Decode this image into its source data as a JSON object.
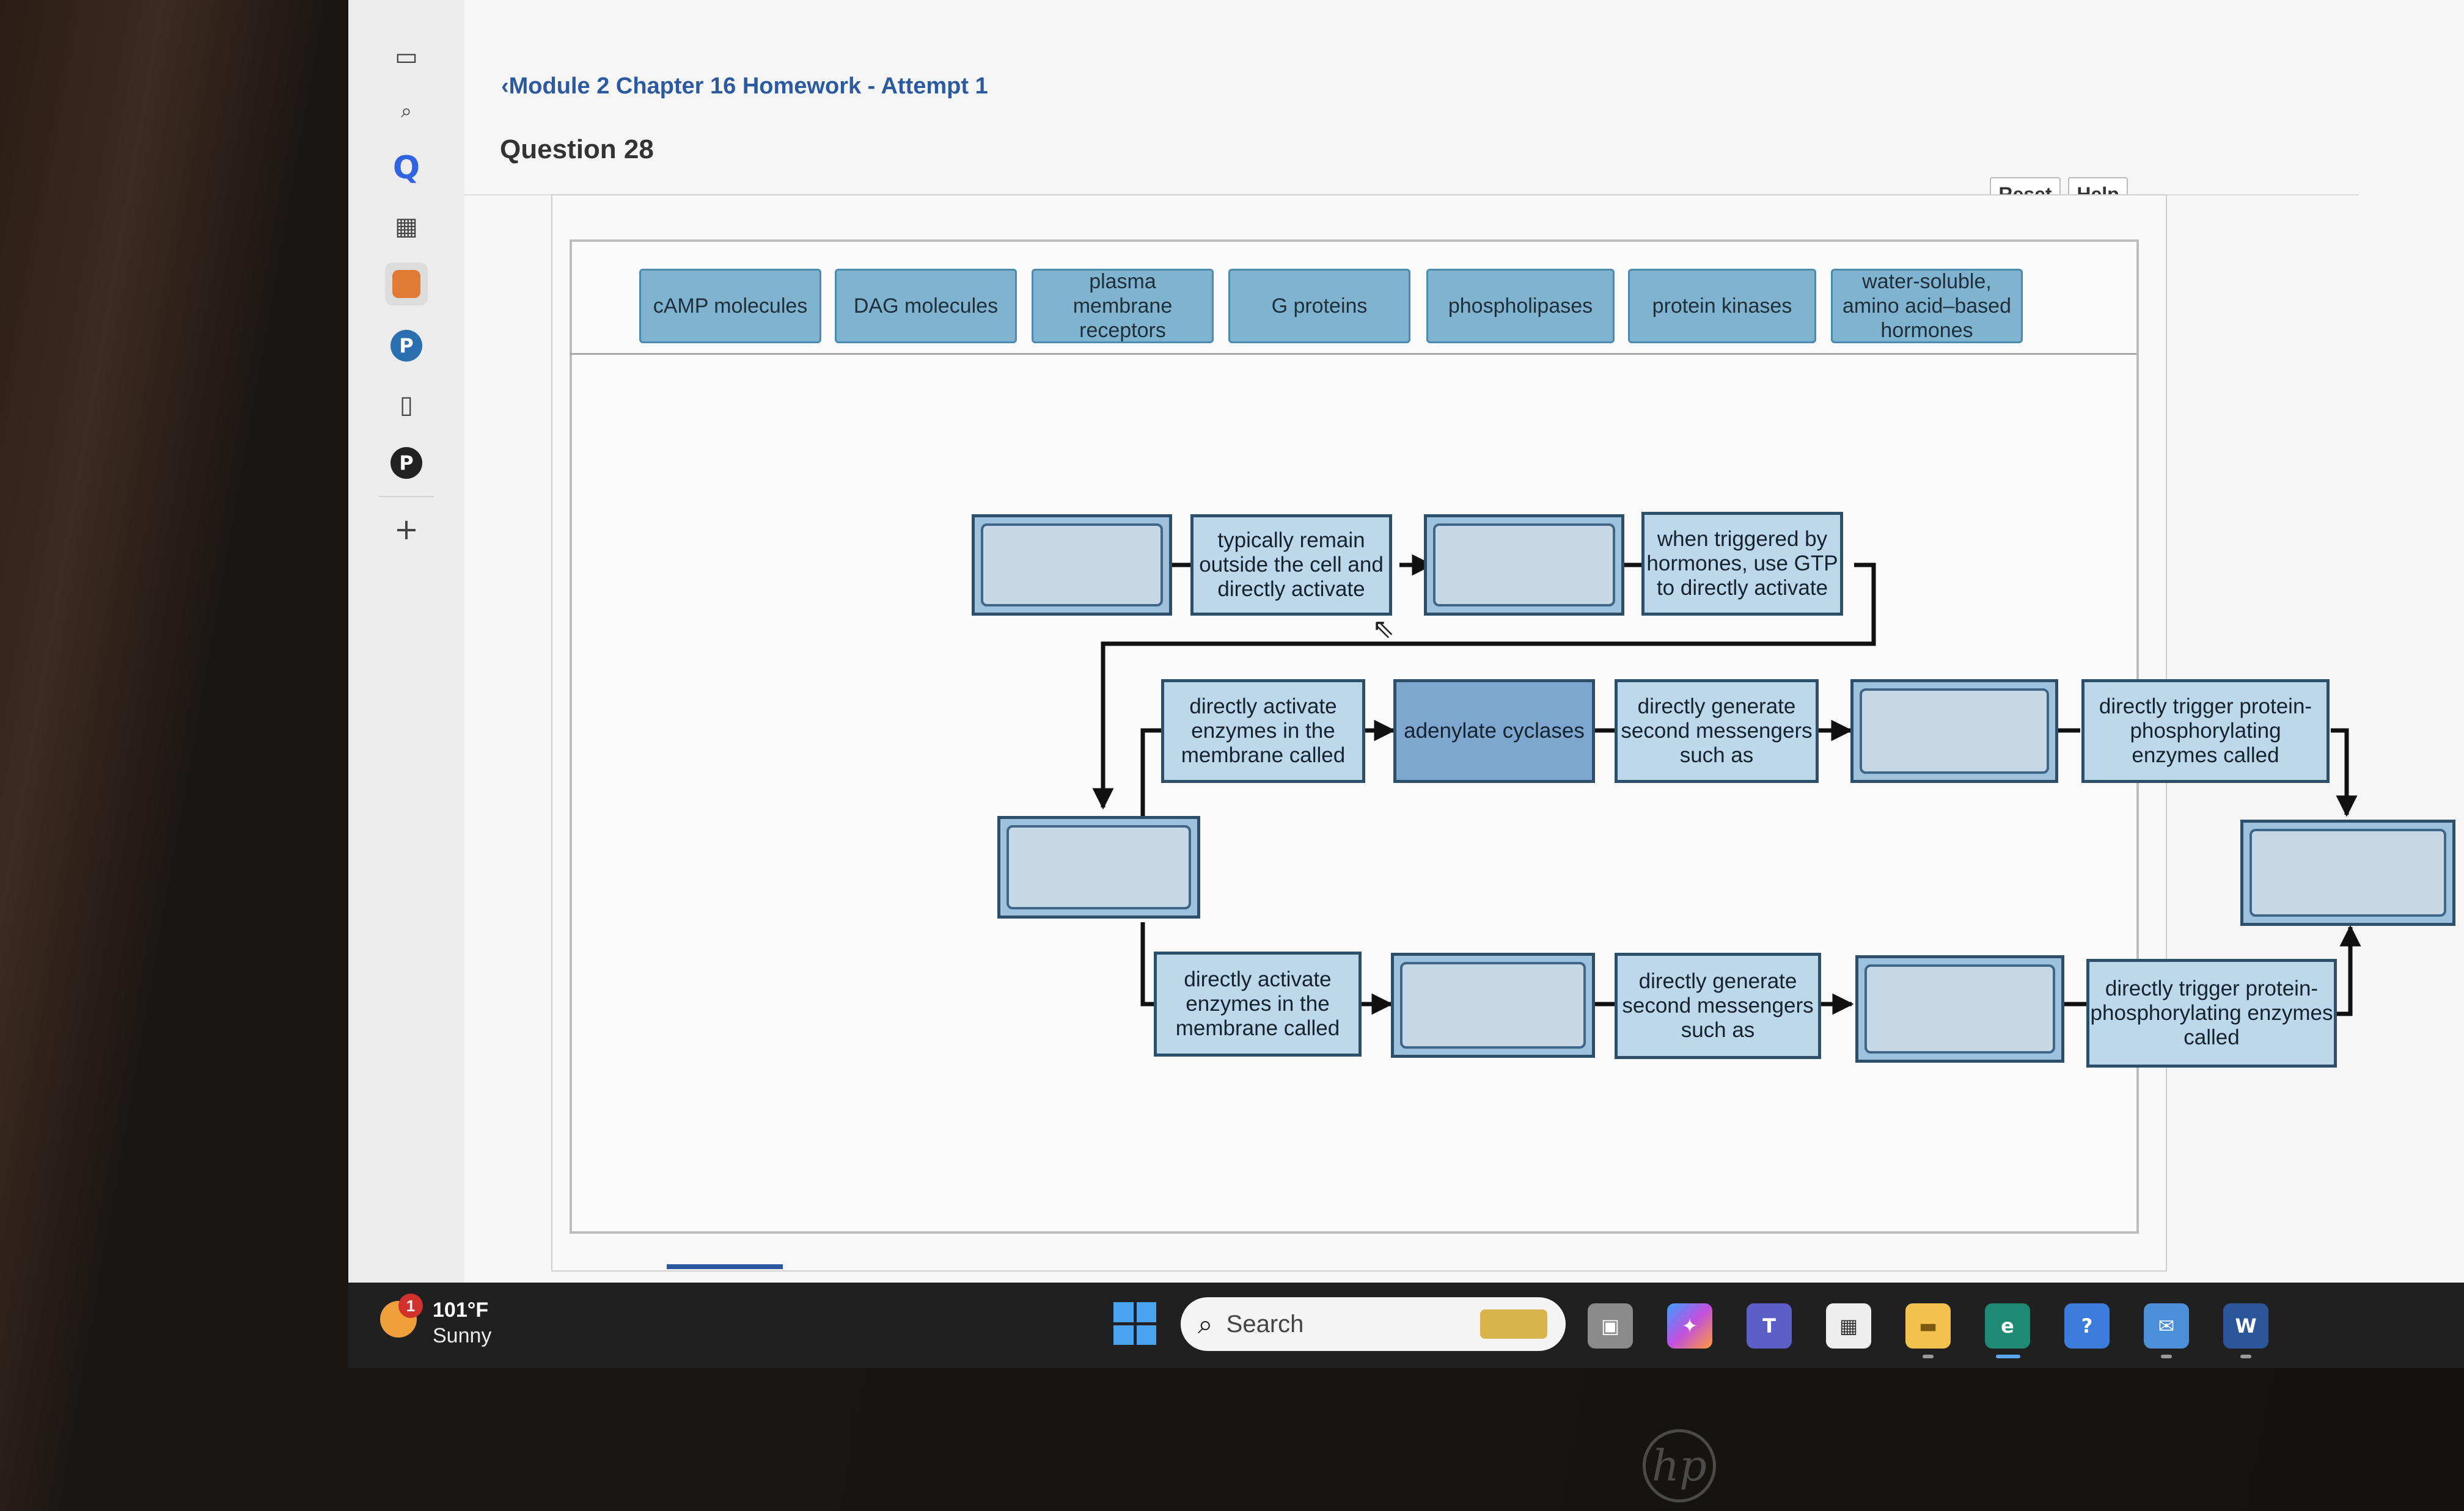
{
  "header": {
    "breadcrumb": "Module 2 Chapter 16 Homework - Attempt 1",
    "question_title": "Question 28"
  },
  "toolbar": {
    "reset_label": "Reset",
    "help_label": "Help"
  },
  "label_bank": [
    "cAMP molecules",
    "DAG molecules",
    "plasma membrane receptors",
    "G proteins",
    "phospholipases",
    "protein kinases",
    "water-soluble, amino acid–based hormones"
  ],
  "diagram": {
    "typically_remain": "typically remain outside the cell and directly activate",
    "when_triggered": "when triggered by hormones, use GTP to directly activate",
    "activate_enzymes_top": "directly activate enzymes in the membrane called",
    "adenylate_cyclases": "adenylate cyclases",
    "generate_top": "directly generate second messengers such as",
    "trigger_top": "directly trigger protein-phosphorylating enzymes called",
    "activate_enzymes_bottom": "directly activate enzymes in the membrane called",
    "generate_bottom": "directly generate second messengers such as",
    "trigger_bottom": "directly trigger protein-phosphorylating enzymes called"
  },
  "taskbar": {
    "weather_temp": "101°F",
    "weather_condition": "Sunny",
    "weather_badge": "1",
    "search_placeholder": "Search",
    "apps": [
      "task-view",
      "copilot",
      "teams",
      "store",
      "file-explorer",
      "edge",
      "photos",
      "mail",
      "word"
    ]
  },
  "colors": {
    "chip": "#7fb3cf",
    "label_node": "#bcd8ea",
    "filled_node": "#7ea7cf",
    "link": "#2c5aa0"
  }
}
